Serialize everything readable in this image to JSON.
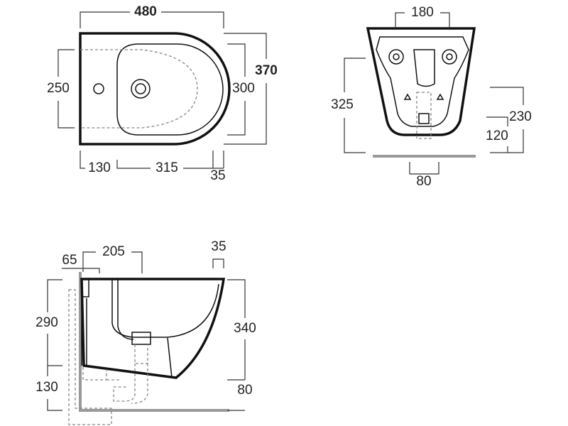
{
  "top_view": {
    "width_overall": "480",
    "bowl_length": "250",
    "bowl_width": "300",
    "depth_overall": "370",
    "tap_hole_offset": "130",
    "drain_offset": "315",
    "rim_offset": "35"
  },
  "front_view": {
    "fixing_centres": "180",
    "height_to_top": "325",
    "fixing_height": "230",
    "waste_height": "120",
    "waste_width": "80"
  },
  "side_view": {
    "wall_to_tap": "65",
    "wall_to_drain": "205",
    "rim_thickness": "35",
    "bowl_height": "290",
    "floor_clearance": "130",
    "height_overall": "340",
    "base_to_floor": "80"
  },
  "colors": {
    "line": "#111111",
    "wall": "#999999",
    "hidden": "#888888"
  }
}
